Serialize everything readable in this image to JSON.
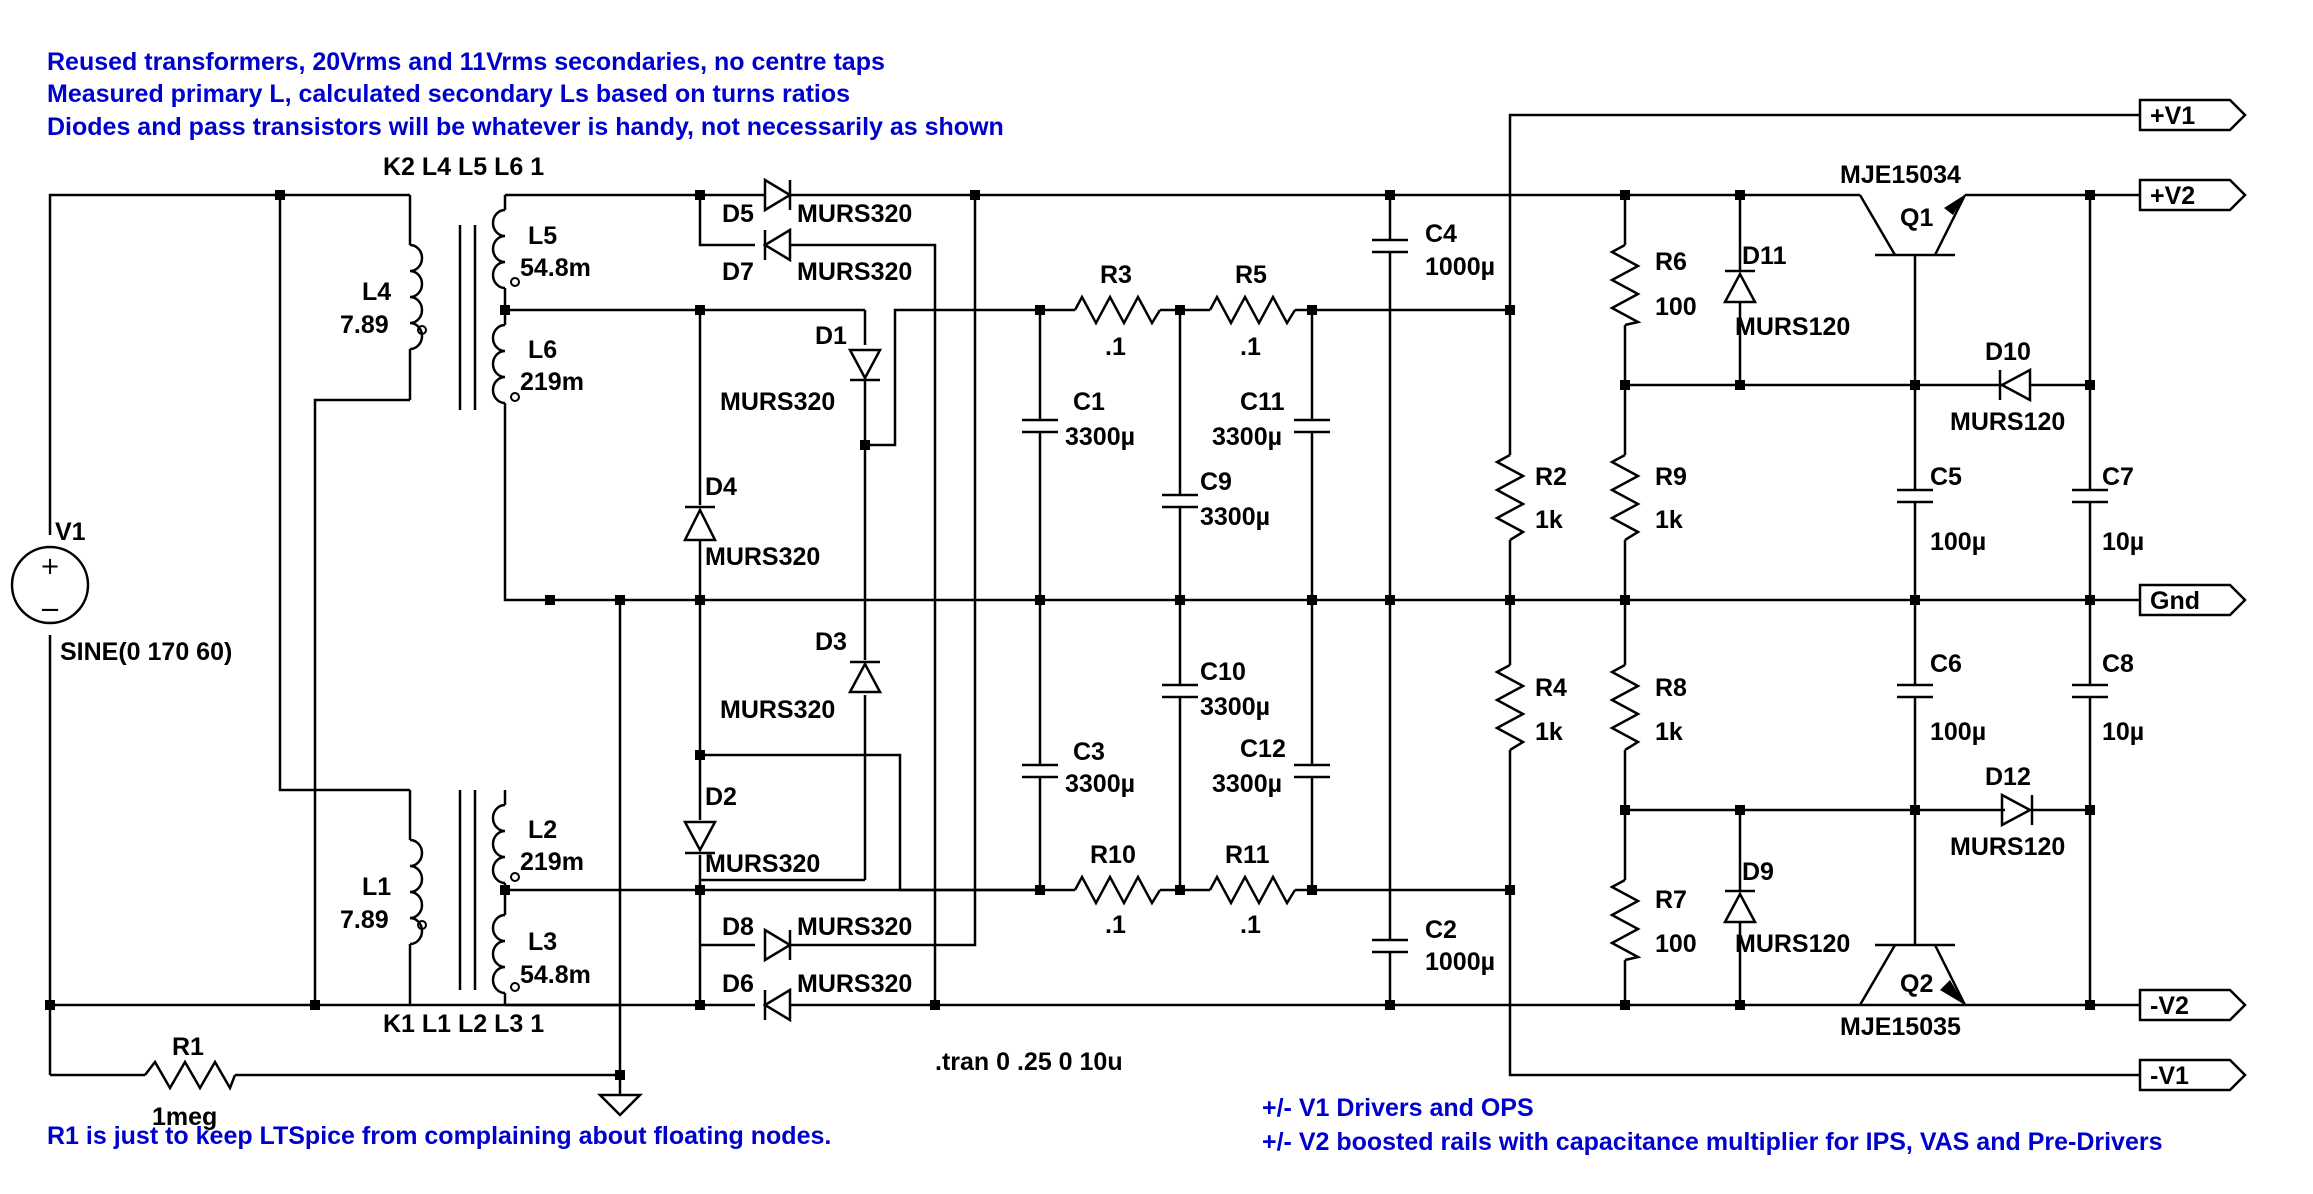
{
  "notes": {
    "top_line1": "Reused transformers, 20Vrms and 11Vrms secondaries, no centre taps",
    "top_line2": "Measured primary L, calculated secondary Ls based on turns ratios",
    "top_line3": "Diodes and pass transistors will be whatever is handy, not necessarily as shown",
    "r1_note": "R1 is just to keep LTSpice from complaining about floating nodes.",
    "rails_v1": "+/- V1 Drivers and OPS",
    "rails_v2": "+/- V2 boosted rails with capacitance multiplier for IPS, VAS and Pre-Drivers",
    "tran": ".tran 0 .25 0 10u"
  },
  "coupling": {
    "upper": "K2 L4 L5 L6 1",
    "lower": "K1 L1 L2 L3 1"
  },
  "source": {
    "name": "V1",
    "value": "SINE(0 170 60)"
  },
  "inductors": {
    "L4": {
      "name": "L4",
      "value": "7.89"
    },
    "L5": {
      "name": "L5",
      "value": "54.8m"
    },
    "L6": {
      "name": "L6",
      "value": "219m"
    },
    "L1": {
      "name": "L1",
      "value": "7.89"
    },
    "L2": {
      "name": "L2",
      "value": "219m"
    },
    "L3": {
      "name": "L3",
      "value": "54.8m"
    }
  },
  "diodes": {
    "D5": {
      "name": "D5",
      "value": "MURS320"
    },
    "D7": {
      "name": "D7",
      "value": "MURS320"
    },
    "D1": {
      "name": "D1",
      "value": "MURS320"
    },
    "D4": {
      "name": "D4",
      "value": "MURS320"
    },
    "D3": {
      "name": "D3",
      "value": "MURS320"
    },
    "D2": {
      "name": "D2",
      "value": "MURS320"
    },
    "D8": {
      "name": "D8",
      "value": "MURS320"
    },
    "D6": {
      "name": "D6",
      "value": "MURS320"
    },
    "D11": {
      "name": "D11",
      "value": "MURS120"
    },
    "D10": {
      "name": "D10",
      "value": "MURS120"
    },
    "D12": {
      "name": "D12",
      "value": "MURS120"
    },
    "D9": {
      "name": "D9",
      "value": "MURS120"
    }
  },
  "resistors": {
    "R1": {
      "name": "R1",
      "value": "1meg"
    },
    "R3": {
      "name": "R3",
      "value": ".1"
    },
    "R5": {
      "name": "R5",
      "value": ".1"
    },
    "R10": {
      "name": "R10",
      "value": ".1"
    },
    "R11": {
      "name": "R11",
      "value": ".1"
    },
    "R2": {
      "name": "R2",
      "value": "1k"
    },
    "R4": {
      "name": "R4",
      "value": "1k"
    },
    "R6": {
      "name": "R6",
      "value": "100"
    },
    "R9": {
      "name": "R9",
      "value": "1k"
    },
    "R8": {
      "name": "R8",
      "value": "1k"
    },
    "R7": {
      "name": "R7",
      "value": "100"
    }
  },
  "capacitors": {
    "C1": {
      "name": "C1",
      "value": "3300µ"
    },
    "C9": {
      "name": "C9",
      "value": "3300µ"
    },
    "C11": {
      "name": "C11",
      "value": "3300µ"
    },
    "C3": {
      "name": "C3",
      "value": "3300µ"
    },
    "C10": {
      "name": "C10",
      "value": "3300µ"
    },
    "C12": {
      "name": "C12",
      "value": "3300µ"
    },
    "C4": {
      "name": "C4",
      "value": "1000µ"
    },
    "C2": {
      "name": "C2",
      "value": "1000µ"
    },
    "C5": {
      "name": "C5",
      "value": "100µ"
    },
    "C6": {
      "name": "C6",
      "value": "100µ"
    },
    "C7": {
      "name": "C7",
      "value": "10µ"
    },
    "C8": {
      "name": "C8",
      "value": "10µ"
    }
  },
  "transistors": {
    "Q1": {
      "name": "Q1",
      "value": "MJE15034"
    },
    "Q2": {
      "name": "Q2",
      "value": "MJE15035"
    }
  },
  "ports": {
    "pv1": "+V1",
    "pv2": "+V2",
    "gnd": "Gnd",
    "nv2": "-V2",
    "nv1": "-V1"
  }
}
